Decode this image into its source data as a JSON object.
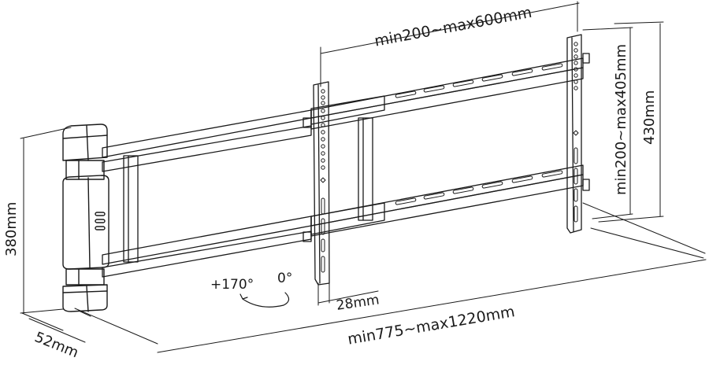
{
  "diagram": {
    "subject": "Full-motion TV wall mount arm with VESA bracket",
    "stroke_color": "#1a1a1a",
    "background": "#ffffff",
    "dimensions": {
      "vesa_width": "min200~max600mm",
      "vesa_height": "min200~max405mm",
      "bracket_height": "430mm",
      "wall_plate_height": "380mm",
      "wall_plate_depth": "52mm",
      "bracket_depth": "28mm",
      "extension": "min775~max1220mm"
    },
    "swivel": {
      "max_angle": "+170°",
      "min_angle": "0°"
    }
  }
}
